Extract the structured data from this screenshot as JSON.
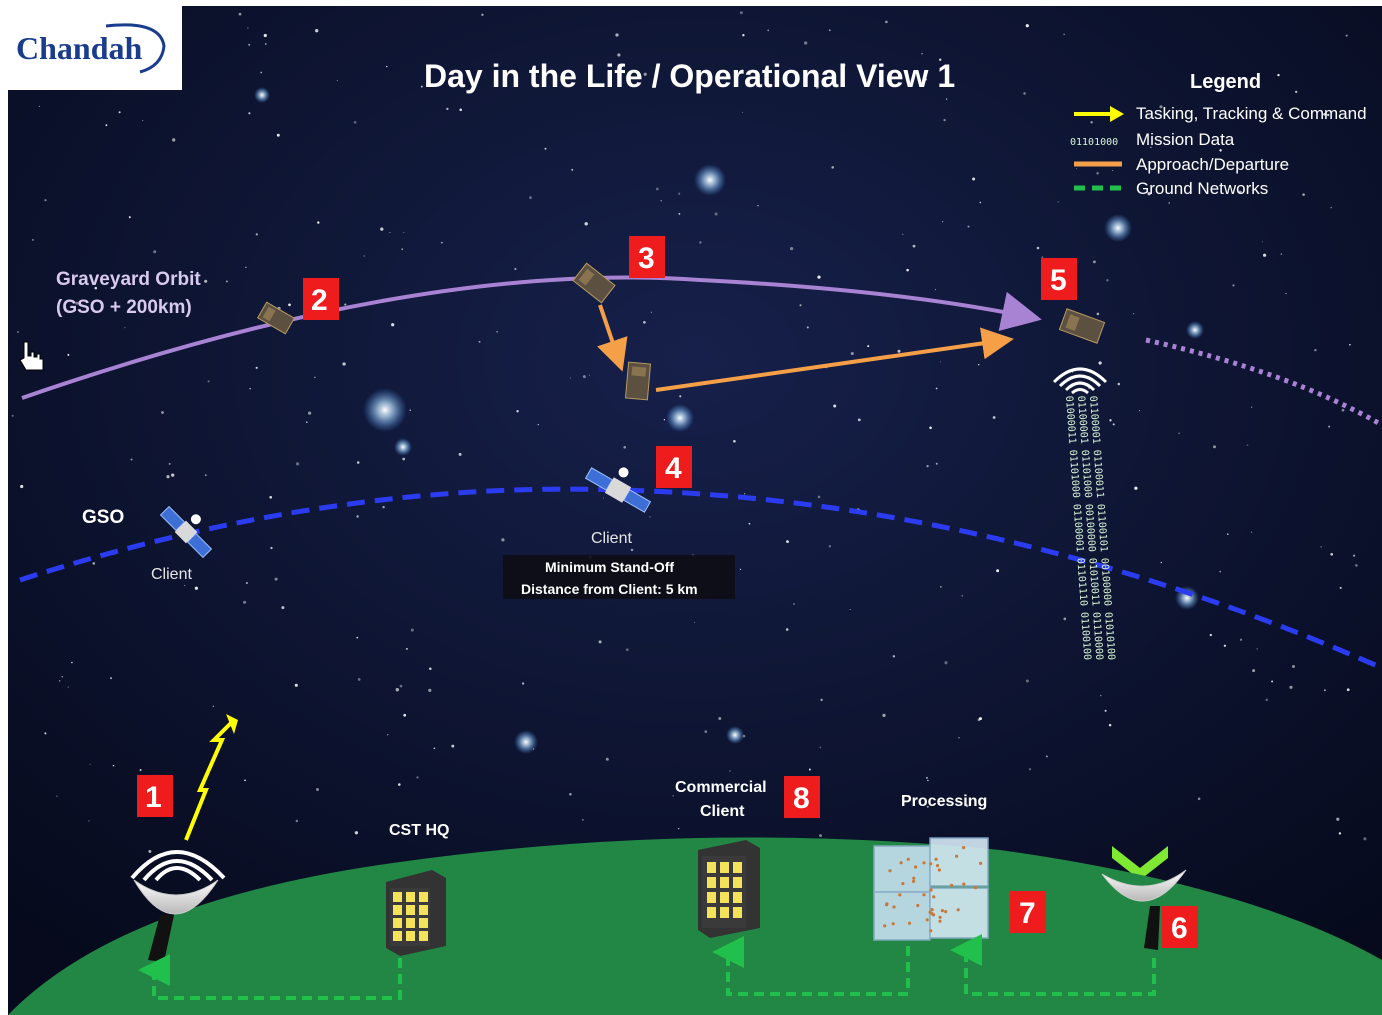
{
  "logo": {
    "text": "Chandah"
  },
  "title": "Day in the Life / Operational View 1",
  "legend": {
    "heading": "Legend",
    "items": [
      {
        "label": "Tasking, Tracking & Command",
        "key": "yellow-arrow",
        "color": "#ffff00"
      },
      {
        "label": "Mission Data",
        "key_text": "01101000",
        "color": "#ffffff"
      },
      {
        "label": "Approach/Departure",
        "key": "orange-line",
        "color": "#f5a049"
      },
      {
        "label": "Ground Networks",
        "key": "green-dashed-line",
        "color": "#21c04c"
      }
    ]
  },
  "orbits": {
    "graveyard_label_line1": "Graveyard Orbit",
    "graveyard_label_line2": "(GSO + 200km)",
    "gso_label": "GSO",
    "graveyard_color": "#a883d4",
    "gso_color": "#2b3cf0"
  },
  "clients": {
    "client_left": "Client",
    "client_center": "Client"
  },
  "standoff_box": {
    "line1": "Minimum Stand-Off",
    "line2": "Distance from Client: 5 km"
  },
  "ground": {
    "cst_hq": "CST HQ",
    "commercial_line1": "Commercial",
    "commercial_line2": "Client",
    "processing": "Processing",
    "earth_color": "#228645"
  },
  "steps": [
    "1",
    "2",
    "3",
    "4",
    "5",
    "6",
    "7",
    "8"
  ],
  "mission_data_bits": {
    "col1": "01000011 01101000 01100001 01101110 01100100",
    "col2": "01100001 01101000 00100000 01010011 01110000",
    "col3": "01100001 01100011 01100101 00100000 01010100"
  },
  "colors": {
    "sky": "#0a1030",
    "step_box": "#ee1c1c",
    "approach": "#f5a049",
    "ttc": "#ffff00",
    "ground_net": "#21c04c",
    "downlink_chevron": "#7ee832"
  }
}
